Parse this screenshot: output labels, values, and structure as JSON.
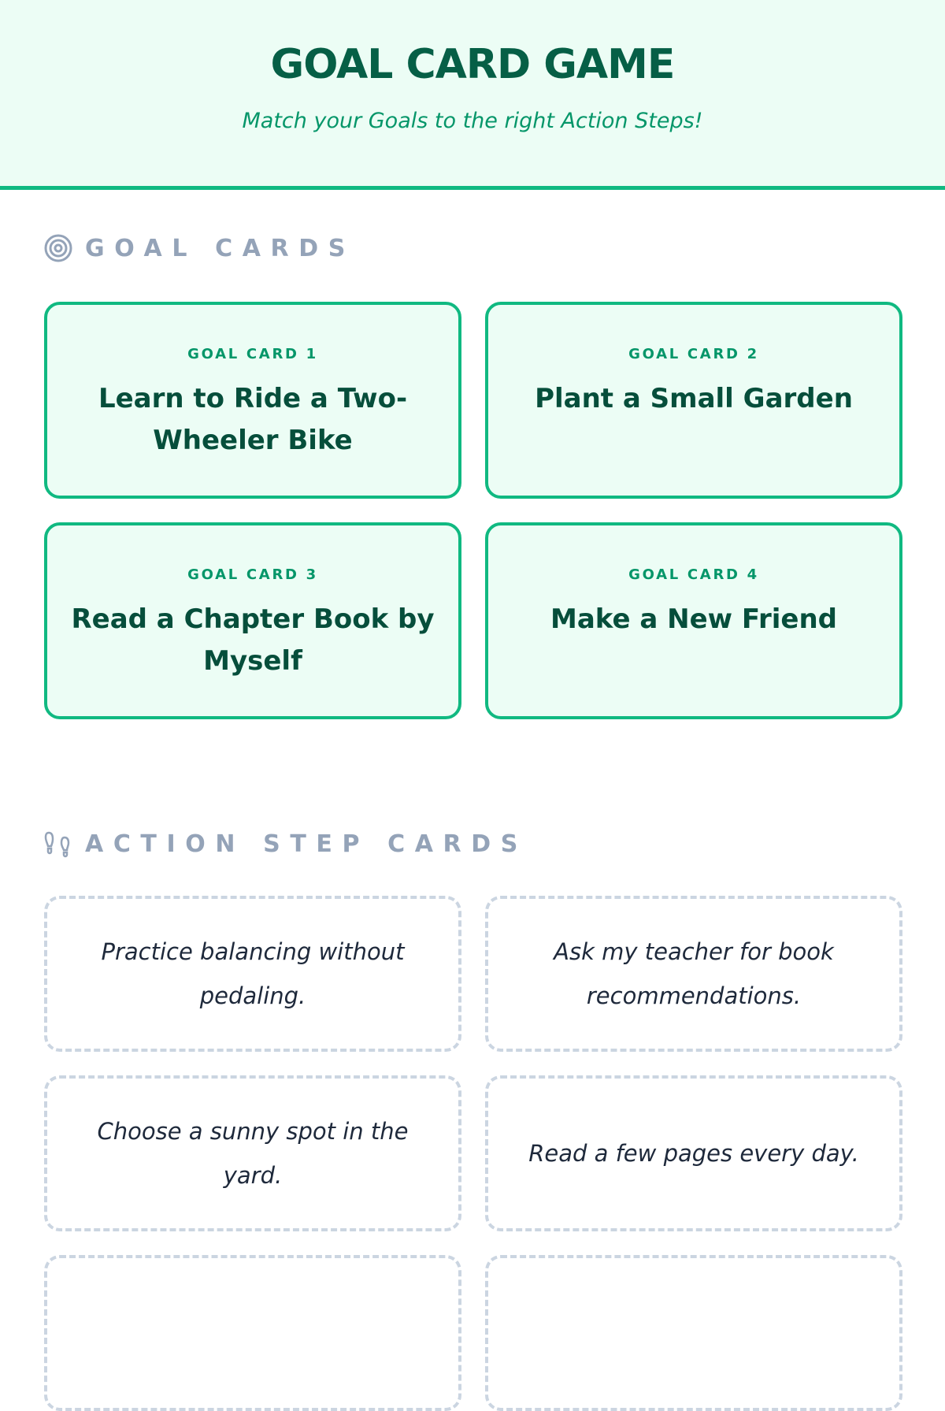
{
  "header": {
    "title": "GOAL CARD GAME",
    "subtitle": "Match your Goals to the right Action Steps!"
  },
  "goals": {
    "heading": "GOAL CARDS",
    "icon": "target-icon",
    "items": [
      {
        "label": "GOAL CARD 1",
        "title": "Learn to Ride a Two-Wheeler Bike"
      },
      {
        "label": "GOAL CARD 2",
        "title": "Plant a Small Garden"
      },
      {
        "label": "GOAL CARD 3",
        "title": "Read a Chapter Book by Myself"
      },
      {
        "label": "GOAL CARD 4",
        "title": "Make a New Friend"
      }
    ]
  },
  "actions": {
    "heading": "ACTION STEP CARDS",
    "icon": "footprints-icon",
    "items": [
      "Practice balancing without pedaling.",
      "Ask my teacher for book recommendations.",
      "Choose a sunny spot in the yard.",
      "Read a few pages every day."
    ]
  },
  "colors": {
    "accent": "#10b981",
    "dark": "#065f46",
    "muted": "#94a3b8"
  }
}
